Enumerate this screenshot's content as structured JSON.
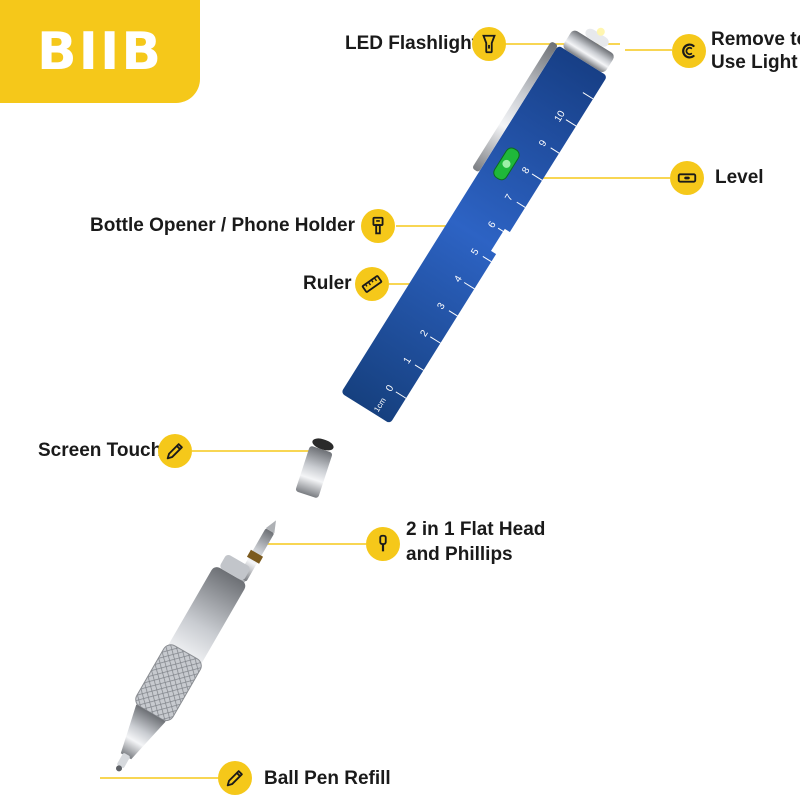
{
  "brand": {
    "logo_text": "BIIB",
    "accent_color": "#f5c81a",
    "pen_color": "#1e4fa8"
  },
  "features": {
    "led": {
      "label": "LED Flashlight",
      "icon": "flashlight-icon"
    },
    "remove": {
      "label_line1": "Remove to",
      "label_line2": "Use Light",
      "icon": "c-ring-icon"
    },
    "level": {
      "label": "Level",
      "icon": "level-icon"
    },
    "bottle": {
      "label": "Bottle Opener / Phone Holder",
      "icon": "bottle-opener-icon"
    },
    "ruler": {
      "label": "Ruler",
      "icon": "ruler-icon"
    },
    "screen": {
      "label": "Screen Touch",
      "icon": "pencil-icon"
    },
    "bit": {
      "label_line1": "2 in 1 Flat Head",
      "label_line2": "and Phillips",
      "icon": "screwdriver-icon"
    },
    "ballpen": {
      "label": "Ball Pen Refill",
      "icon": "pencil-icon"
    }
  },
  "ruler_marks": [
    "0",
    "1",
    "2",
    "3",
    "4",
    "5",
    "6",
    "7",
    "8",
    "9",
    "10"
  ],
  "ruler_unit": "1cm"
}
